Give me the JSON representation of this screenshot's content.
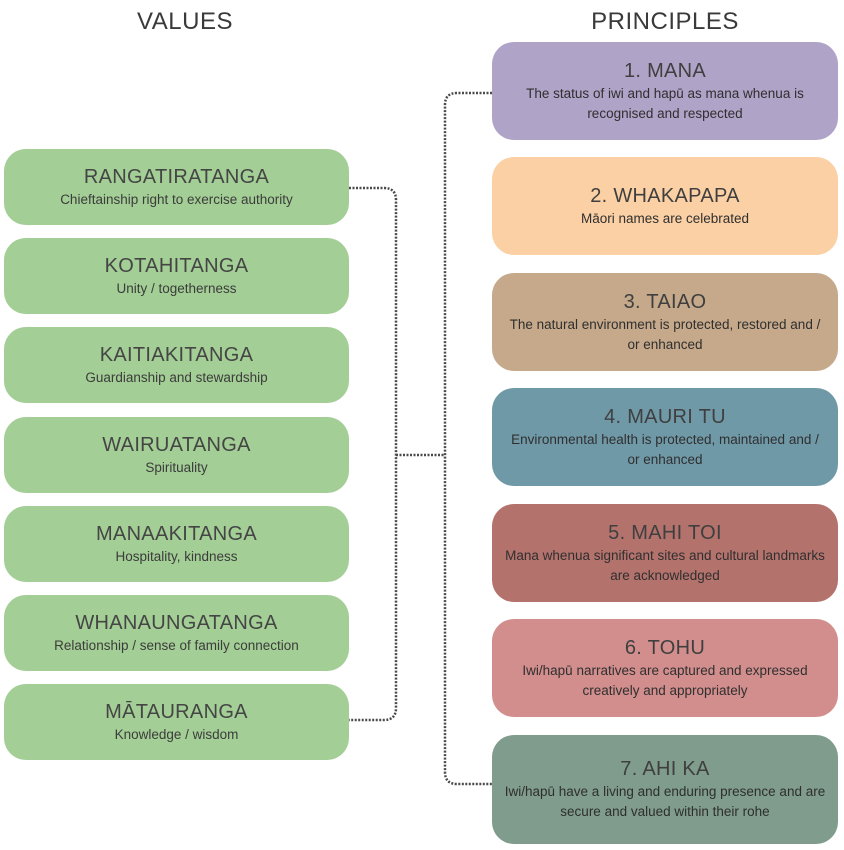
{
  "values_heading": "VALUES",
  "principles_heading": "PRINCIPLES",
  "values": [
    {
      "title": "RANGATIRATANGA",
      "description": "Chieftainship right to exercise authority"
    },
    {
      "title": "KOTAHITANGA",
      "description": "Unity / togetherness"
    },
    {
      "title": "KAITIAKITANGA",
      "description": "Guardianship and stewardship"
    },
    {
      "title": "WAIRUATANGA",
      "description": "Spirituality"
    },
    {
      "title": "MANAAKITANGA",
      "description": "Hospitality, kindness"
    },
    {
      "title": "WHANAUNGATANGA",
      "description": "Relationship / sense of family connection"
    },
    {
      "title": "MĀTAURANGA",
      "description": "Knowledge / wisdom"
    }
  ],
  "principles": [
    {
      "title": "1. MANA",
      "description": "The status of iwi and hapū as mana whenua is recognised and respected",
      "color": "#b0a3c8"
    },
    {
      "title": "2. WHAKAPAPA",
      "description": "Māori names are celebrated",
      "color": "#fbd0a4"
    },
    {
      "title": "3. TAIAO",
      "description": "The natural environment is protected, restored and / or enhanced",
      "color": "#c5a98a"
    },
    {
      "title": "4. MAURI TU",
      "description": "Environmental health is protected, maintained and / or enhanced",
      "color": "#7099a8"
    },
    {
      "title": "5. MAHI TOI",
      "description": "Mana whenua significant sites and cultural landmarks are acknowledged",
      "color": "#b4726c"
    },
    {
      "title": "6. TOHU",
      "description": "Iwi/hapū narratives are captured and expressed creatively and appropriately",
      "color": "#d28e8d"
    },
    {
      "title": "7. AHI KA",
      "description": "Iwi/hapū have a living and enduring presence and are secure and valued within their rohe",
      "color": "#7f9c8c"
    }
  ]
}
